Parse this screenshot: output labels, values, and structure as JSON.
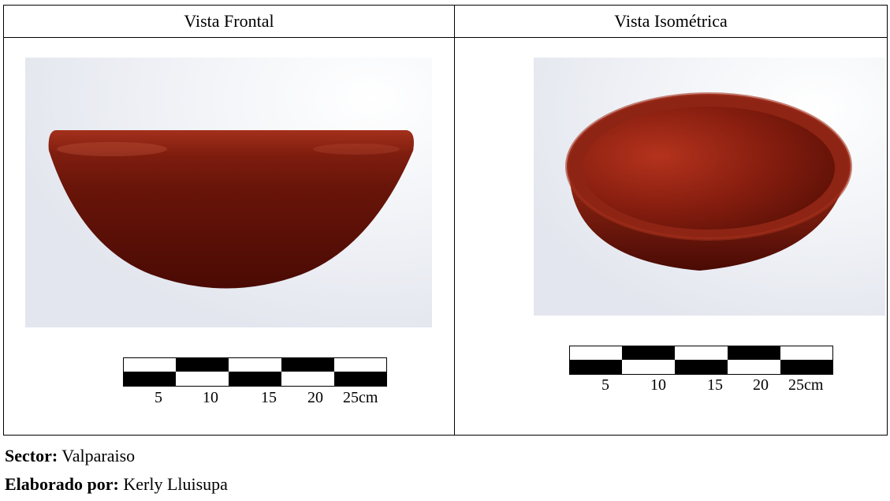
{
  "table": {
    "headers": [
      "Vista Frontal",
      "Vista  Isométrica"
    ]
  },
  "images": {
    "front": {
      "subject": "red-clay-bowl-front-view",
      "body_color": "#7a1a0c",
      "shadow_color": "#4a0a04"
    },
    "iso": {
      "subject": "red-clay-bowl-isometric-view",
      "body_color": "#8a1f10",
      "shadow_color": "#4a0a04"
    }
  },
  "scale_bar": {
    "ticks": [
      "5",
      "10",
      "15",
      "20",
      "25cm"
    ]
  },
  "footer": {
    "sector_label": "Sector:",
    "sector_value": " Valparaiso",
    "author_label": "Elaborado por:",
    "author_value": " Kerly Lluisupa"
  }
}
